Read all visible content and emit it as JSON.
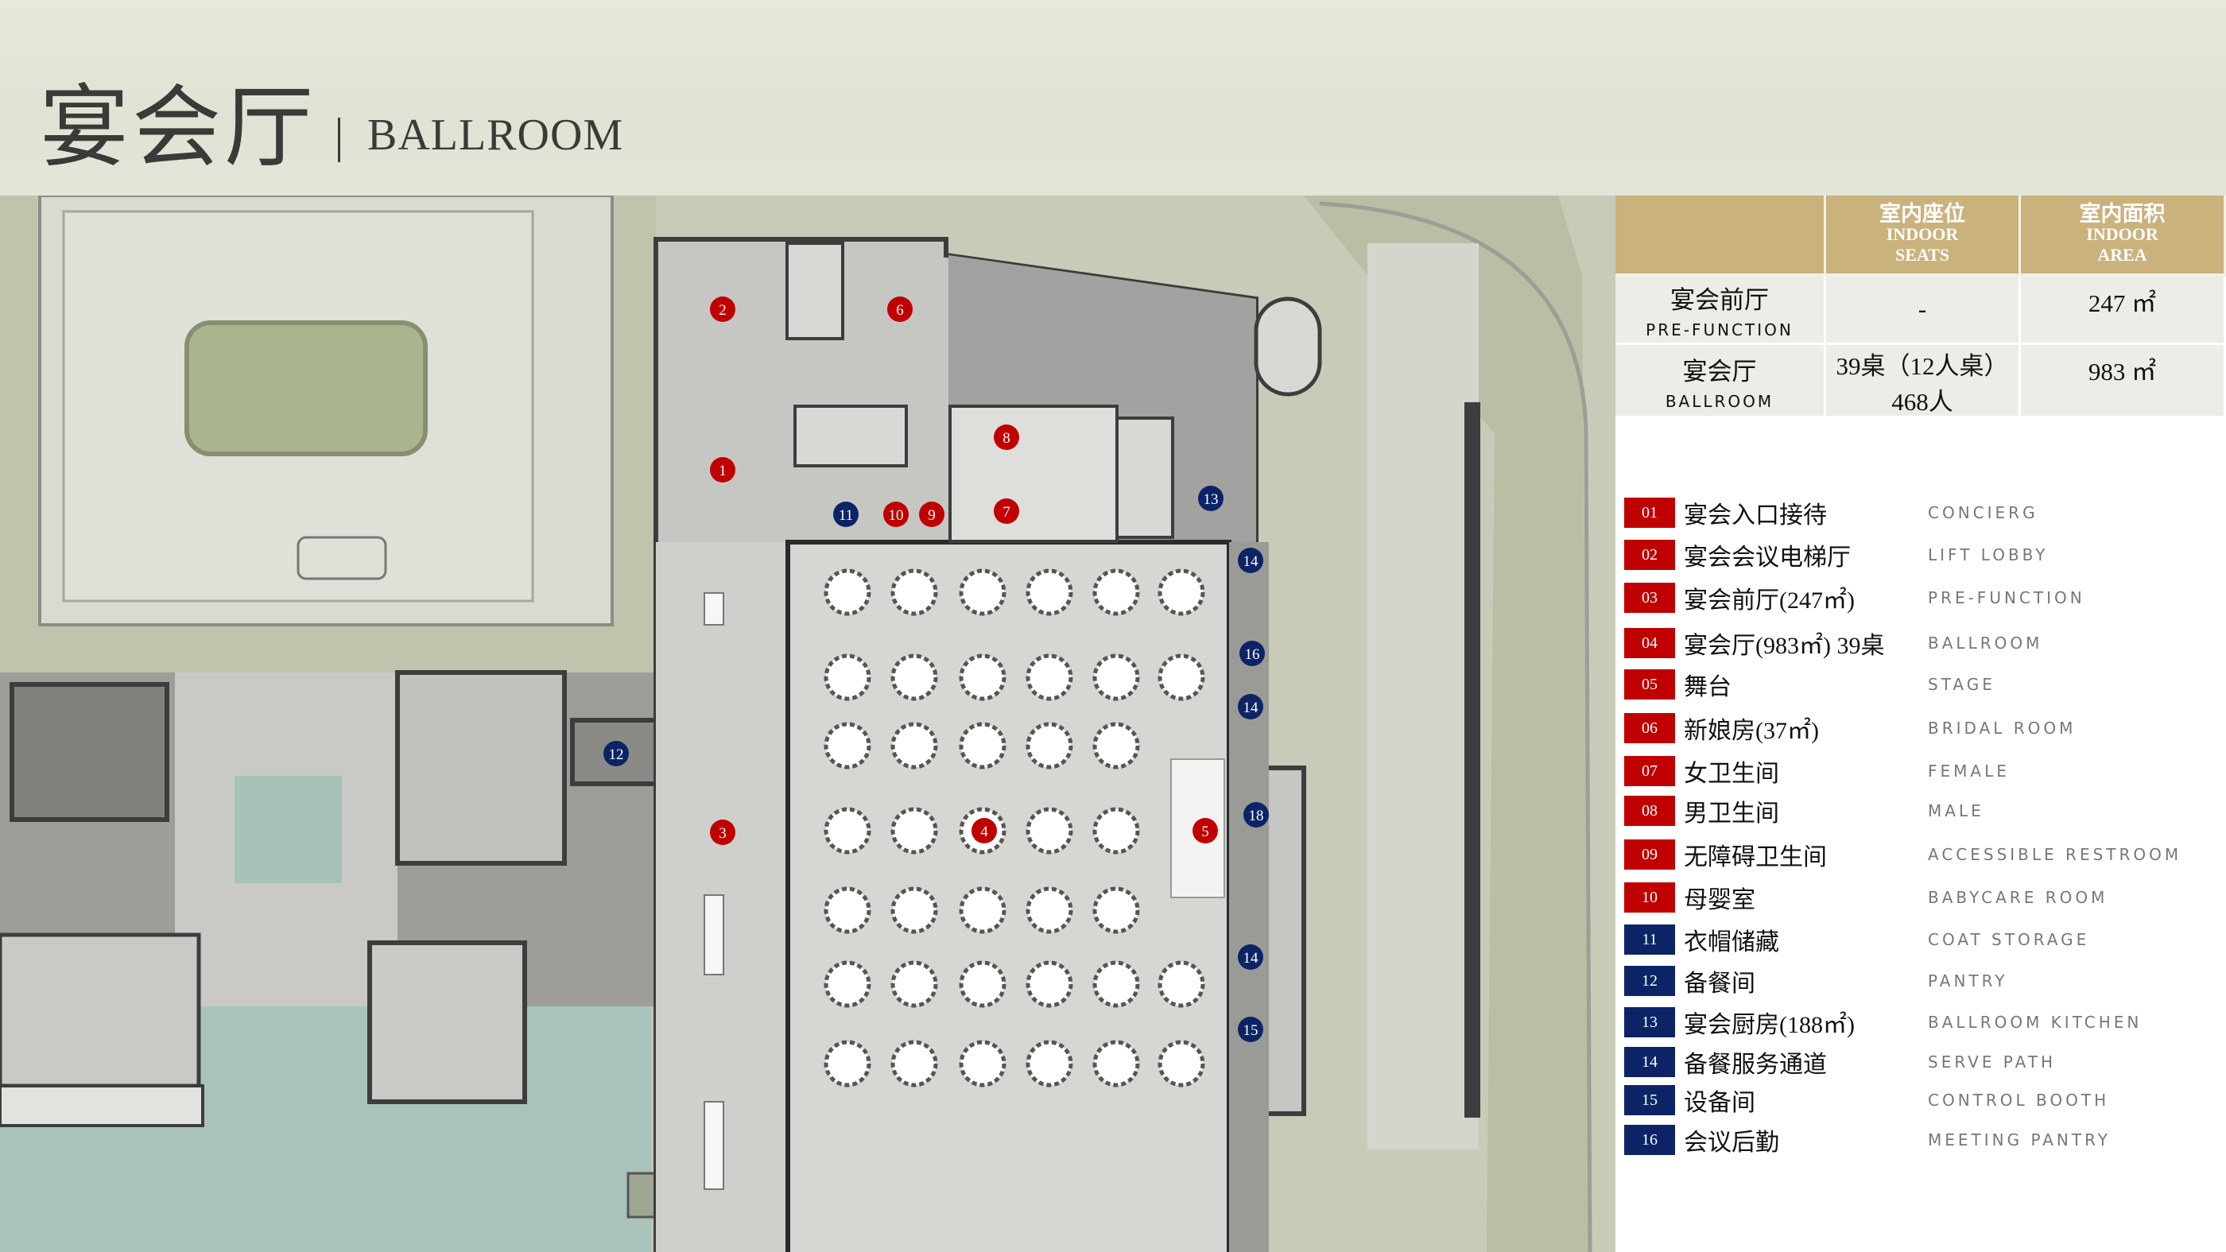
{
  "header": {
    "title_cn": "宴会厅",
    "title_en": "BALLROOM"
  },
  "table": {
    "headers": [
      {
        "cn": "室内座位",
        "en1": "INDOOR",
        "en2": "SEATS"
      },
      {
        "cn": "室内面积",
        "en1": "INDOOR",
        "en2": "AREA"
      }
    ],
    "rows": [
      {
        "name_cn": "宴会前厅",
        "name_en": "PRE-FUNCTION",
        "seats": "-",
        "seats2": "",
        "area": "247 ㎡"
      },
      {
        "name_cn": "宴会厅",
        "name_en": "BALLROOM",
        "seats": "39桌（12人桌）",
        "seats2": "468人",
        "area": "983 ㎡"
      }
    ]
  },
  "colors": {
    "red": "#c00000",
    "navy": "#0c2466",
    "gold": "#c9b27c"
  },
  "legend": [
    {
      "num": "01",
      "cn": "宴会入口接待",
      "en": "CONCIERG",
      "color": "red"
    },
    {
      "num": "02",
      "cn": "宴会会议电梯厅",
      "en": "LIFT LOBBY",
      "color": "red"
    },
    {
      "num": "03",
      "cn": "宴会前厅(247㎡)",
      "en": "PRE-FUNCTION",
      "color": "red"
    },
    {
      "num": "04",
      "cn": "宴会厅(983㎡) 39桌",
      "en": "BALLROOM",
      "color": "red"
    },
    {
      "num": "05",
      "cn": "舞台",
      "en": "STAGE",
      "color": "red"
    },
    {
      "num": "06",
      "cn": "新娘房(37㎡)",
      "en": "BRIDAL ROOM",
      "color": "red"
    },
    {
      "num": "07",
      "cn": "女卫生间",
      "en": "FEMALE",
      "color": "red"
    },
    {
      "num": "08",
      "cn": "男卫生间",
      "en": "MALE",
      "color": "red"
    },
    {
      "num": "09",
      "cn": "无障碍卫生间",
      "en": "ACCESSIBLE RESTROOM",
      "color": "red"
    },
    {
      "num": "10",
      "cn": "母婴室",
      "en": "BABYCARE ROOM",
      "color": "red"
    },
    {
      "num": "11",
      "cn": "衣帽储藏",
      "en": "COAT STORAGE",
      "color": "navy"
    },
    {
      "num": "12",
      "cn": "备餐间",
      "en": "PANTRY",
      "color": "navy"
    },
    {
      "num": "13",
      "cn": "宴会厨房(188㎡)",
      "en": "BALLROOM KITCHEN",
      "color": "navy"
    },
    {
      "num": "14",
      "cn": "备餐服务通道",
      "en": "SERVE PATH",
      "color": "navy"
    },
    {
      "num": "15",
      "cn": "设备间",
      "en": "CONTROL BOOTH",
      "color": "navy"
    },
    {
      "num": "16",
      "cn": "会议后勤",
      "en": "MEETING PANTRY",
      "color": "navy"
    }
  ],
  "map_markers": [
    {
      "label": "1",
      "color": "red"
    },
    {
      "label": "2",
      "color": "red"
    },
    {
      "label": "3",
      "color": "red"
    },
    {
      "label": "4",
      "color": "red"
    },
    {
      "label": "5",
      "color": "red"
    },
    {
      "label": "6",
      "color": "red"
    },
    {
      "label": "7",
      "color": "red"
    },
    {
      "label": "8",
      "color": "red"
    },
    {
      "label": "9",
      "color": "red"
    },
    {
      "label": "10",
      "color": "red"
    },
    {
      "label": "11",
      "color": "navy"
    },
    {
      "label": "12",
      "color": "navy"
    },
    {
      "label": "13",
      "color": "navy"
    },
    {
      "label": "14",
      "color": "navy"
    },
    {
      "label": "14",
      "color": "navy"
    },
    {
      "label": "14",
      "color": "navy"
    },
    {
      "label": "15",
      "color": "navy"
    },
    {
      "label": "16",
      "color": "navy"
    },
    {
      "label": "18",
      "color": "navy"
    }
  ]
}
